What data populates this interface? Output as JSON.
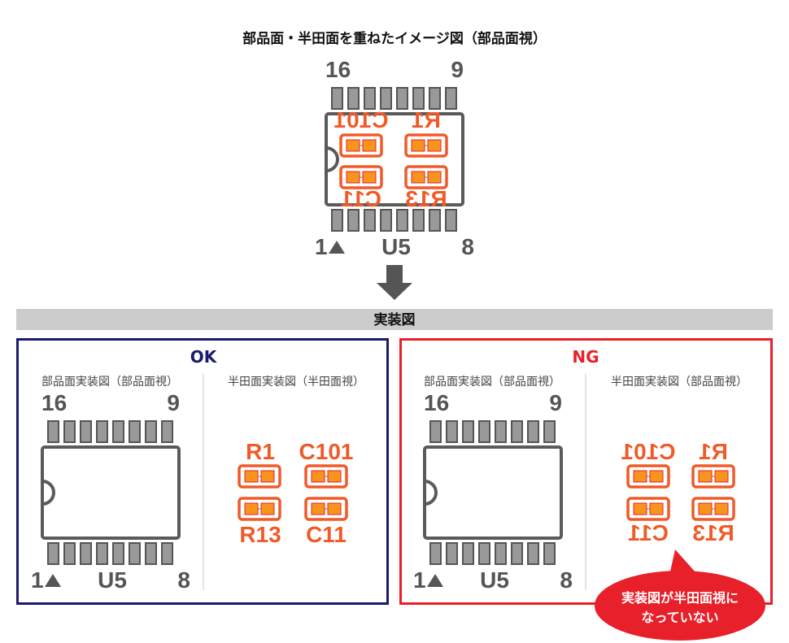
{
  "title": "部品面・半田面を重ねたイメージ図（部品面視）",
  "section_bar": "実装図",
  "ic": {
    "pin_16": "16",
    "pin_9": "9",
    "pin_1": "1",
    "pin_8": "8",
    "ref": "U5"
  },
  "components": {
    "c101": "C101",
    "r1": "R1",
    "c11": "C11",
    "r13": "R13"
  },
  "ok_panel": {
    "label": "OK",
    "left_caption": "部品面実装図（部品面視）",
    "right_caption": "半田面実装図（半田面視）"
  },
  "ng_panel": {
    "label": "NG",
    "left_caption": "部品面実装図（部品面視）",
    "right_caption": "半田面実装図（部品面視）",
    "callout_line1": "実装図が半田面視に",
    "callout_line2": "なっていない"
  },
  "colors": {
    "ok": "#1b1a6b",
    "ng": "#e8202a",
    "pad": "#f05a28",
    "pad_fill": "#f7941d",
    "ic": "#5a5a5a",
    "pin": "#999999"
  }
}
